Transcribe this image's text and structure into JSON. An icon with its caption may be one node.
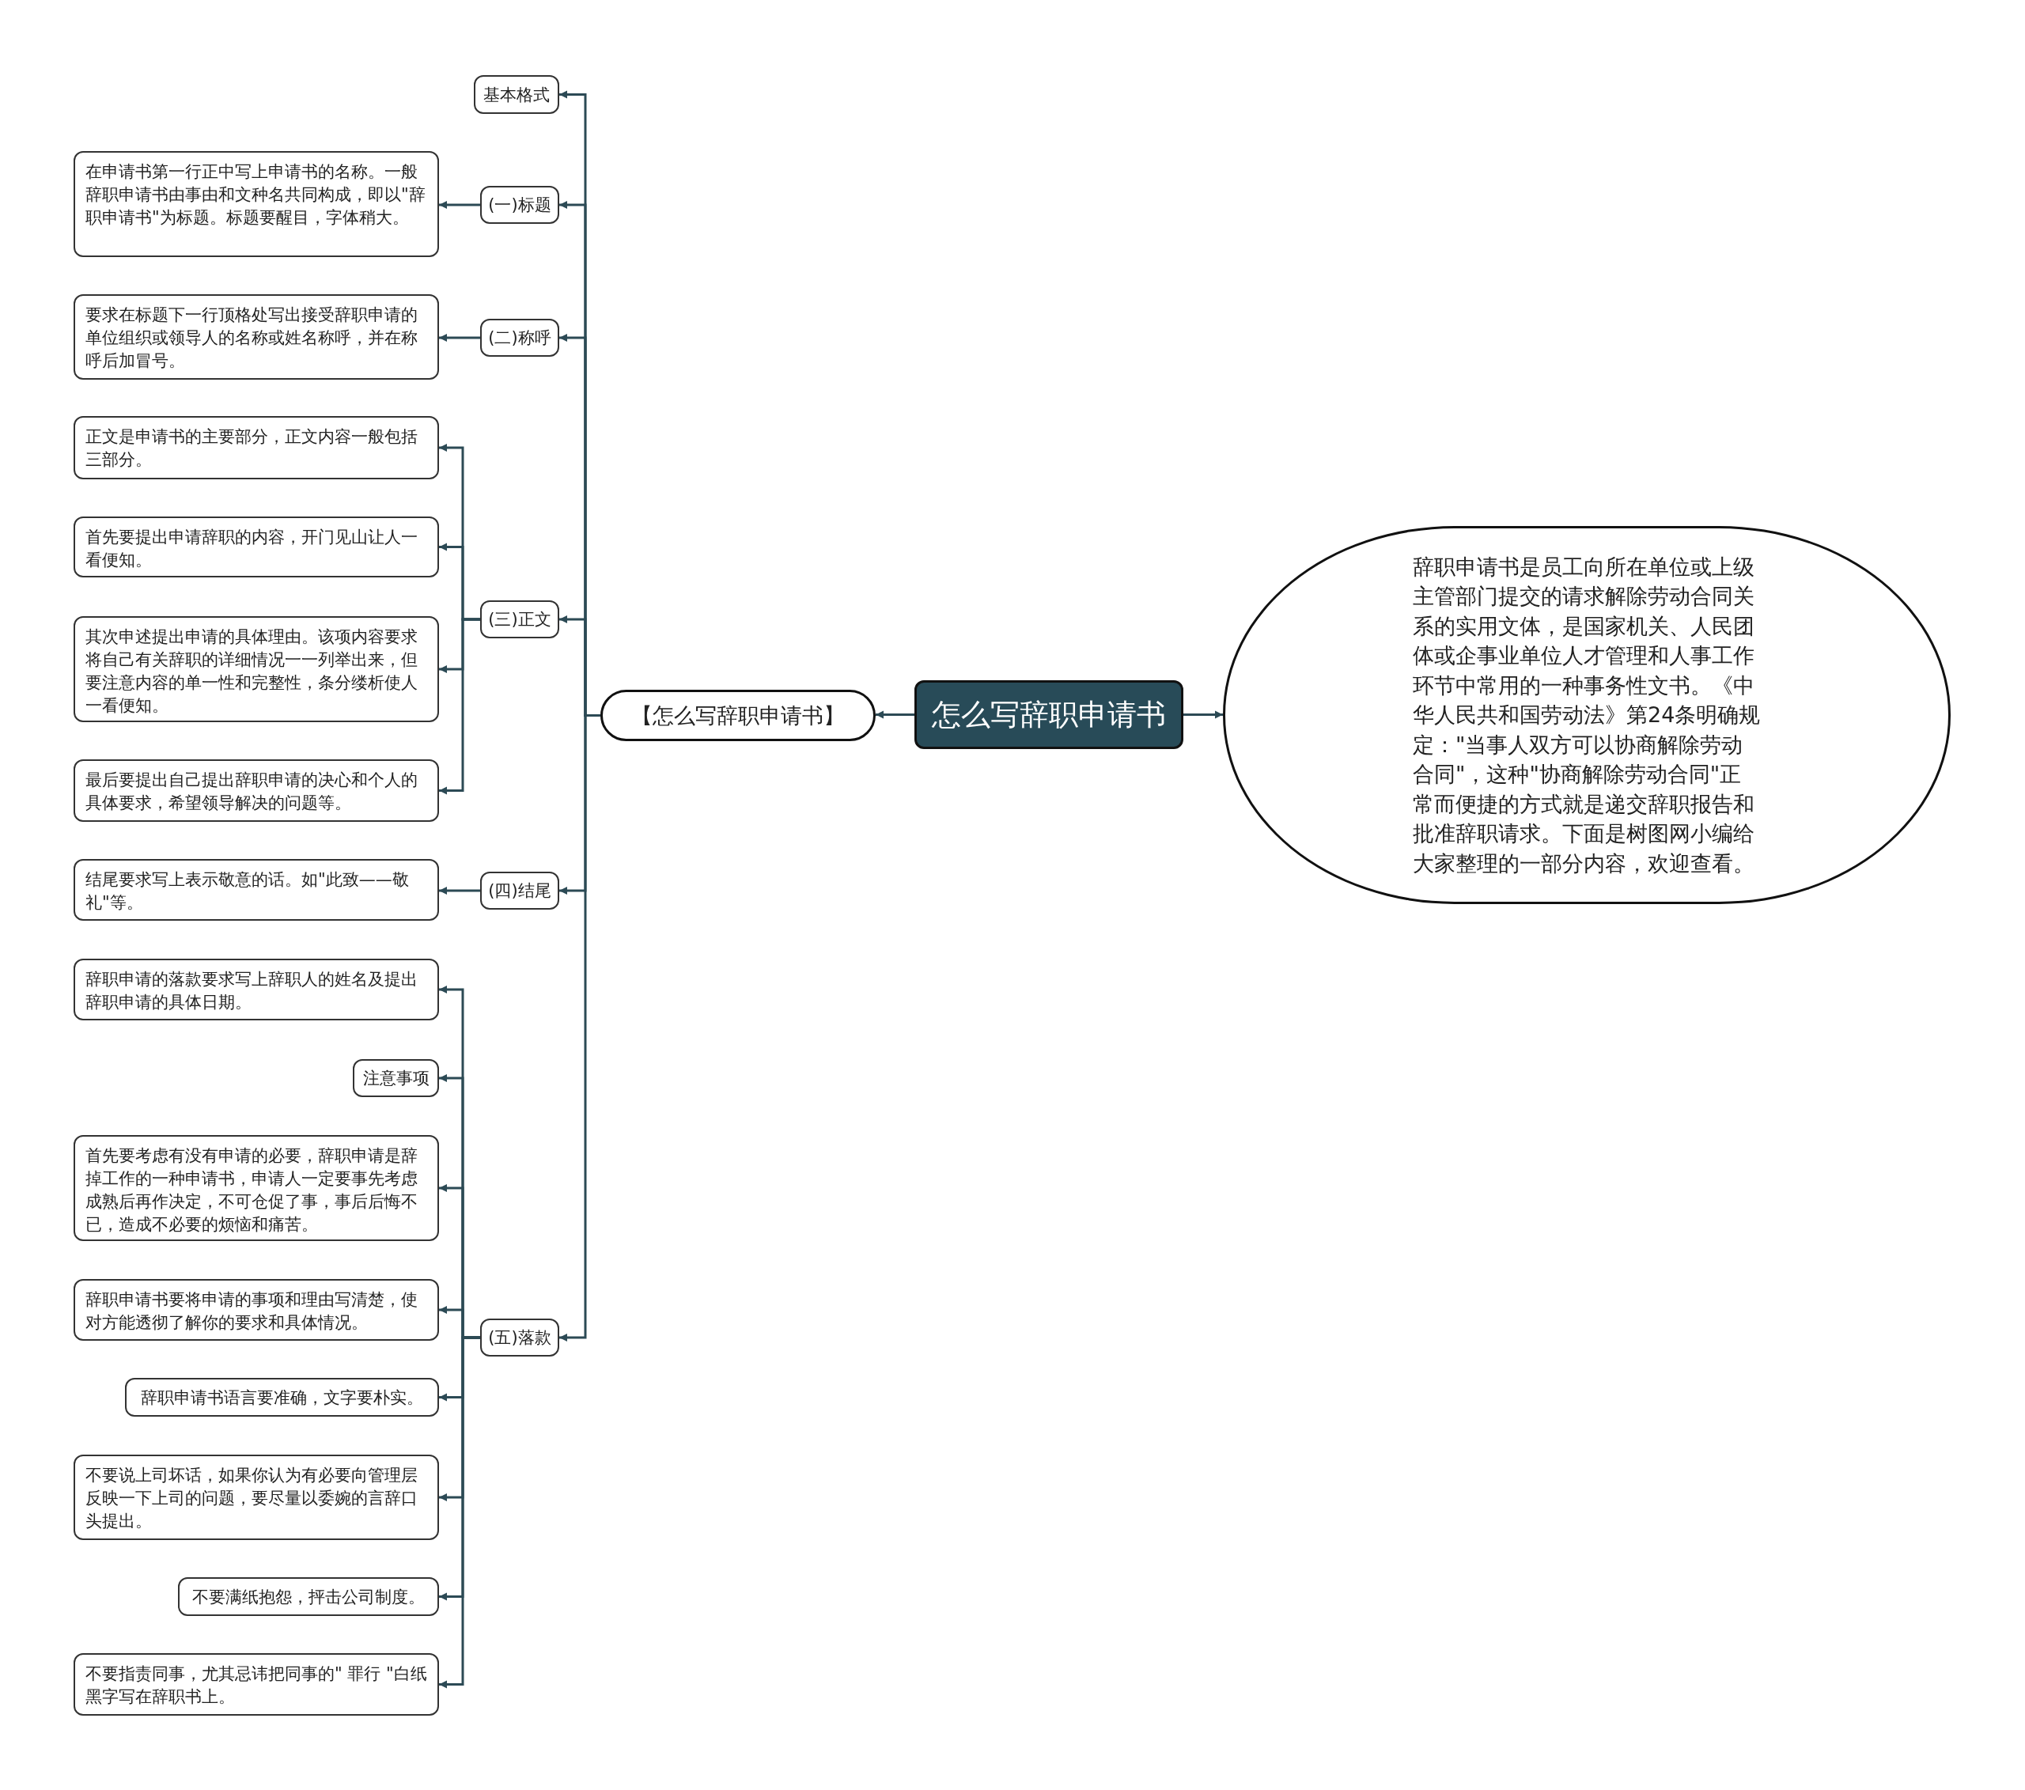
{
  "diagram": {
    "nodes": [
      {
        "text": [
          "怎么写辞职申请书"
        ]
      },
      {
        "text": [
          "【怎么写辞职申请书】"
        ]
      },
      {
        "text": [
          "辞职申请书是员工向所在单位或上级主管部门提交的请求解除劳动合同关系的实用文体，是国家机关、人民团体或企事业单位人才管理和人事工作环节中常用的一种事务性文书。《中华人民共和国劳动法》第24条明确规定：\"当事人双方可以协商解除劳动合同\"，这种\"协商解除劳动合同\"正常而便捷的方式就是递交辞职报告和批准辞职请求。下面是树图网小编给大家整理的一部分内容，欢迎查看。"
        ]
      },
      {
        "text": [
          "基本格式"
        ]
      },
      {
        "text": [
          "(一)标题"
        ]
      },
      {
        "text": [
          "在申请书第一行正中写上申请书的名称。一般辞职申请书由事由和文种名共同构成，即以\"辞职申请书\"为标题。标题要醒目，字体稍大。"
        ]
      },
      {
        "text": [
          "(二)称呼"
        ]
      },
      {
        "text": [
          "要求在标题下一行顶格处写出接受辞职申请的单位组织或领导人的名称或姓名称呼，并在称呼后加冒号。"
        ]
      },
      {
        "text": [
          "(三)正文"
        ]
      },
      {
        "text": [
          "正文是申请书的主要部分，正文内容一般包括三部分。"
        ]
      },
      {
        "text": [
          "首先要提出申请辞职的内容，开门见山让人一看便知。"
        ]
      },
      {
        "text": [
          "其次申述提出申请的具体理由。该项内容要求将自己有关辞职的详细情况一一列举出来，但要注意内容的单一性和完整性，条分缕析使人一看便知。"
        ]
      },
      {
        "text": [
          "最后要提出自己提出辞职申请的决心和个人的具体要求，希望领导解决的问题等。"
        ]
      },
      {
        "text": [
          "(四)结尾"
        ]
      },
      {
        "text": [
          "结尾要求写上表示敬意的话。如\"此致——敬礼\"等。"
        ]
      },
      {
        "text": [
          "(五)落款"
        ]
      },
      {
        "text": [
          "辞职申请的落款要求写上辞职人的姓名及提出辞职申请的具体日期。"
        ]
      },
      {
        "text": [
          "注意事项"
        ]
      },
      {
        "text": [
          "首先要考虑有没有申请的必要，辞职申请是辞掉工作的一种申请书，申请人一定要事先考虑成熟后再作决定，不可仓促了事，事后后悔不已，造成不必要的烦恼和痛苦。"
        ]
      },
      {
        "text": [
          "辞职申请书要将申请的事项和理由写清楚，使对方能透彻了解你的要求和具体情况。"
        ]
      },
      {
        "text": [
          "辞职申请书语言要准确，文字要朴实。"
        ]
      },
      {
        "text": [
          "不要说上司坏话，如果你认为有必要向管理层反映一下上司的问题，要尽量以委婉的言辞口头提出。"
        ]
      },
      {
        "text": [
          "不要满纸抱怨，抨击公司制度。"
        ]
      },
      {
        "text": [
          "不要指责同事，尤其忌讳把同事的\" 罪行 \"白纸黑字写在辞职书上。"
        ]
      }
    ],
    "edges": [
      {
        "from": 0,
        "to": 1,
        "arrow": "to"
      },
      {
        "from": 0,
        "to": 2,
        "arrow": "to"
      },
      {
        "from": 1,
        "to": 3,
        "arrow": "to"
      },
      {
        "from": 1,
        "to": 4,
        "arrow": "to"
      },
      {
        "from": 1,
        "to": 6,
        "arrow": "to"
      },
      {
        "from": 1,
        "to": 8,
        "arrow": "to"
      },
      {
        "from": 1,
        "to": 13,
        "arrow": "to"
      },
      {
        "from": 1,
        "to": 15,
        "arrow": "to"
      },
      {
        "from": 4,
        "to": 5,
        "arrow": "to"
      },
      {
        "from": 6,
        "to": 7,
        "arrow": "to"
      },
      {
        "from": 8,
        "to": 9,
        "arrow": "to"
      },
      {
        "from": 8,
        "to": 10,
        "arrow": "to"
      },
      {
        "from": 8,
        "to": 11,
        "arrow": "to"
      },
      {
        "from": 8,
        "to": 12,
        "arrow": "to"
      },
      {
        "from": 13,
        "to": 14,
        "arrow": "to"
      },
      {
        "from": 15,
        "to": 16,
        "arrow": "to"
      },
      {
        "from": 15,
        "to": 17,
        "arrow": "to"
      },
      {
        "from": 15,
        "to": 18,
        "arrow": "to"
      },
      {
        "from": 15,
        "to": 19,
        "arrow": "to"
      },
      {
        "from": 15,
        "to": 20,
        "arrow": "to"
      },
      {
        "from": 15,
        "to": 21,
        "arrow": "to"
      },
      {
        "from": 15,
        "to": 22,
        "arrow": "to"
      },
      {
        "from": 15,
        "to": 23,
        "arrow": "to"
      }
    ]
  }
}
